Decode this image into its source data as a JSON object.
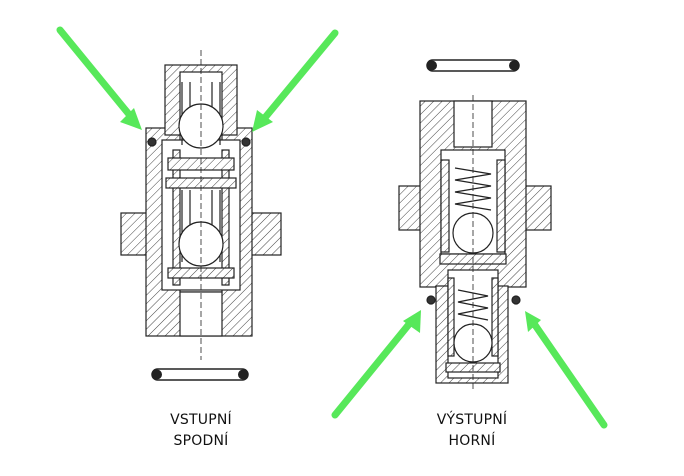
{
  "labels": {
    "left": {
      "line1": "VSTUPNÍ",
      "line2": "SPODNÍ"
    },
    "right": {
      "line1": "VÝSTUPNÍ",
      "line2": "HORNÍ"
    }
  },
  "colors": {
    "arrow": "#57e85a",
    "line": "#222222",
    "background": "#ffffff"
  },
  "icons": [
    "inlet-valve-section",
    "outlet-valve-section",
    "o-ring",
    "pointer-arrow"
  ]
}
